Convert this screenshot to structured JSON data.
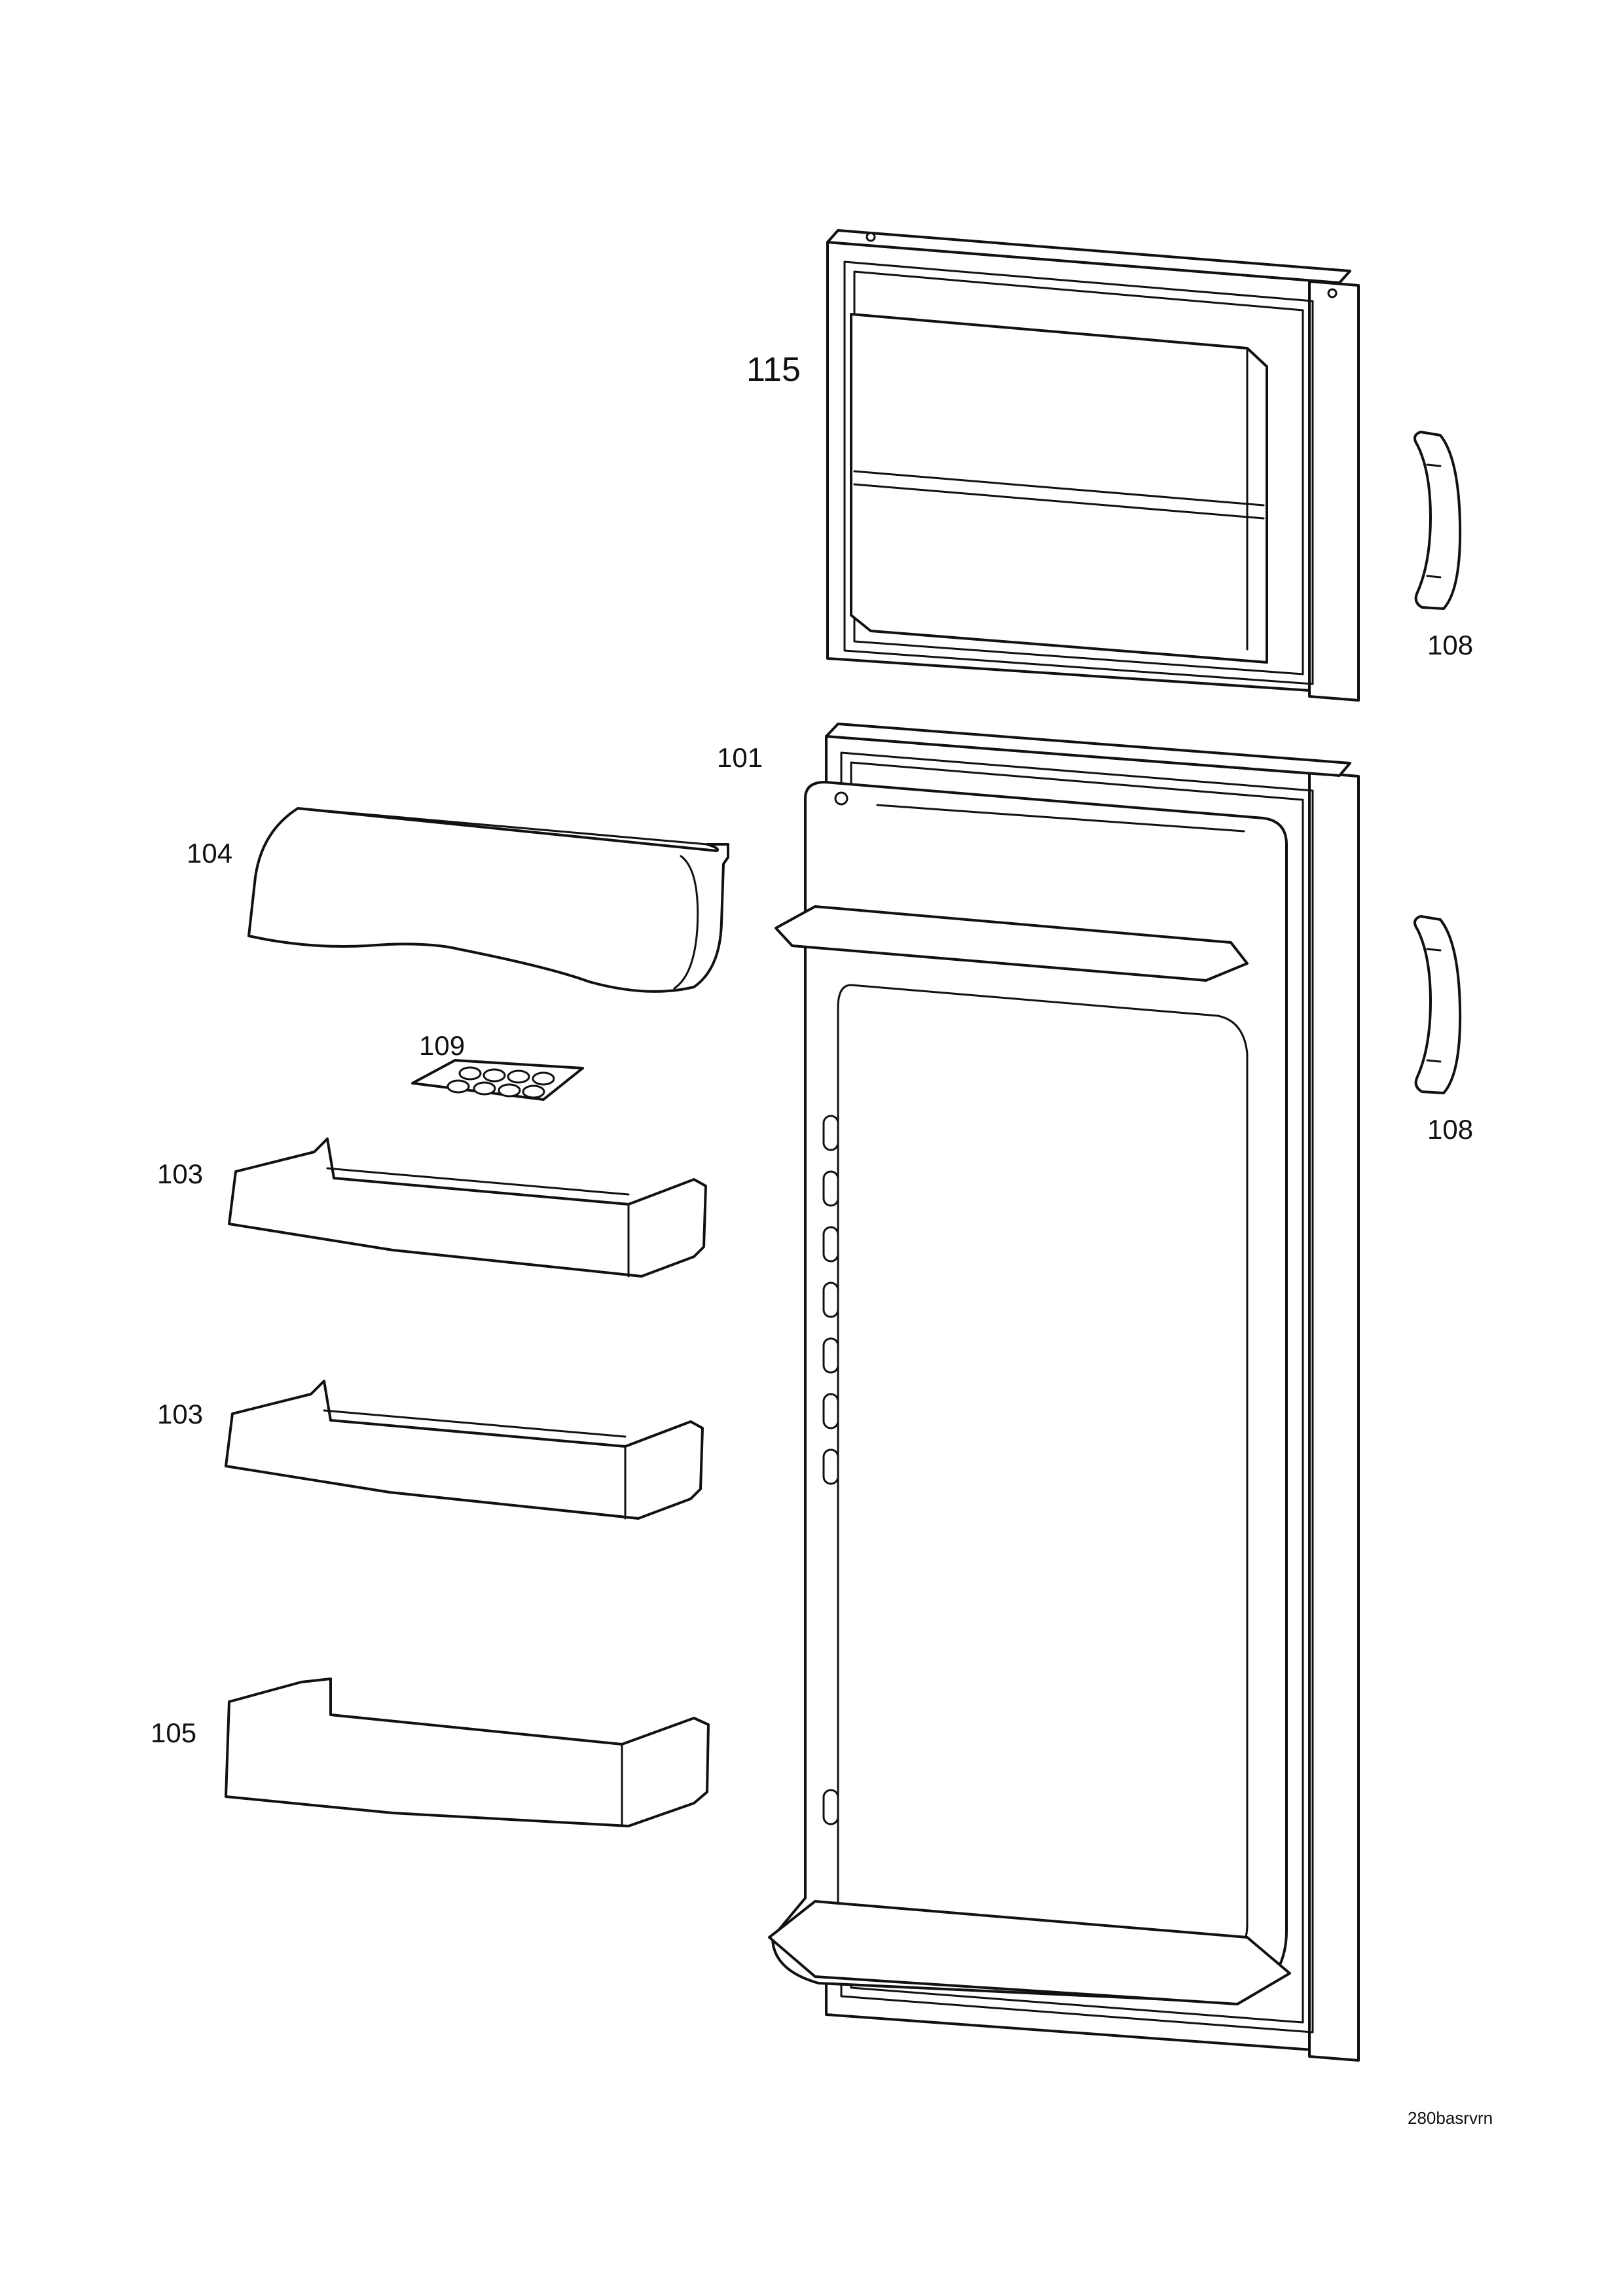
{
  "labels": {
    "freezer_door": "115",
    "handle_top": "108",
    "handle_bottom": "108",
    "fridge_door": "101",
    "dairy_lid": "104",
    "egg_tray": "109",
    "shelf_upper": "103",
    "shelf_middle": "103",
    "bottle_shelf": "105"
  },
  "drawing_code": "280basrvrn",
  "colors": {
    "line": "#111111",
    "background": "#ffffff"
  }
}
